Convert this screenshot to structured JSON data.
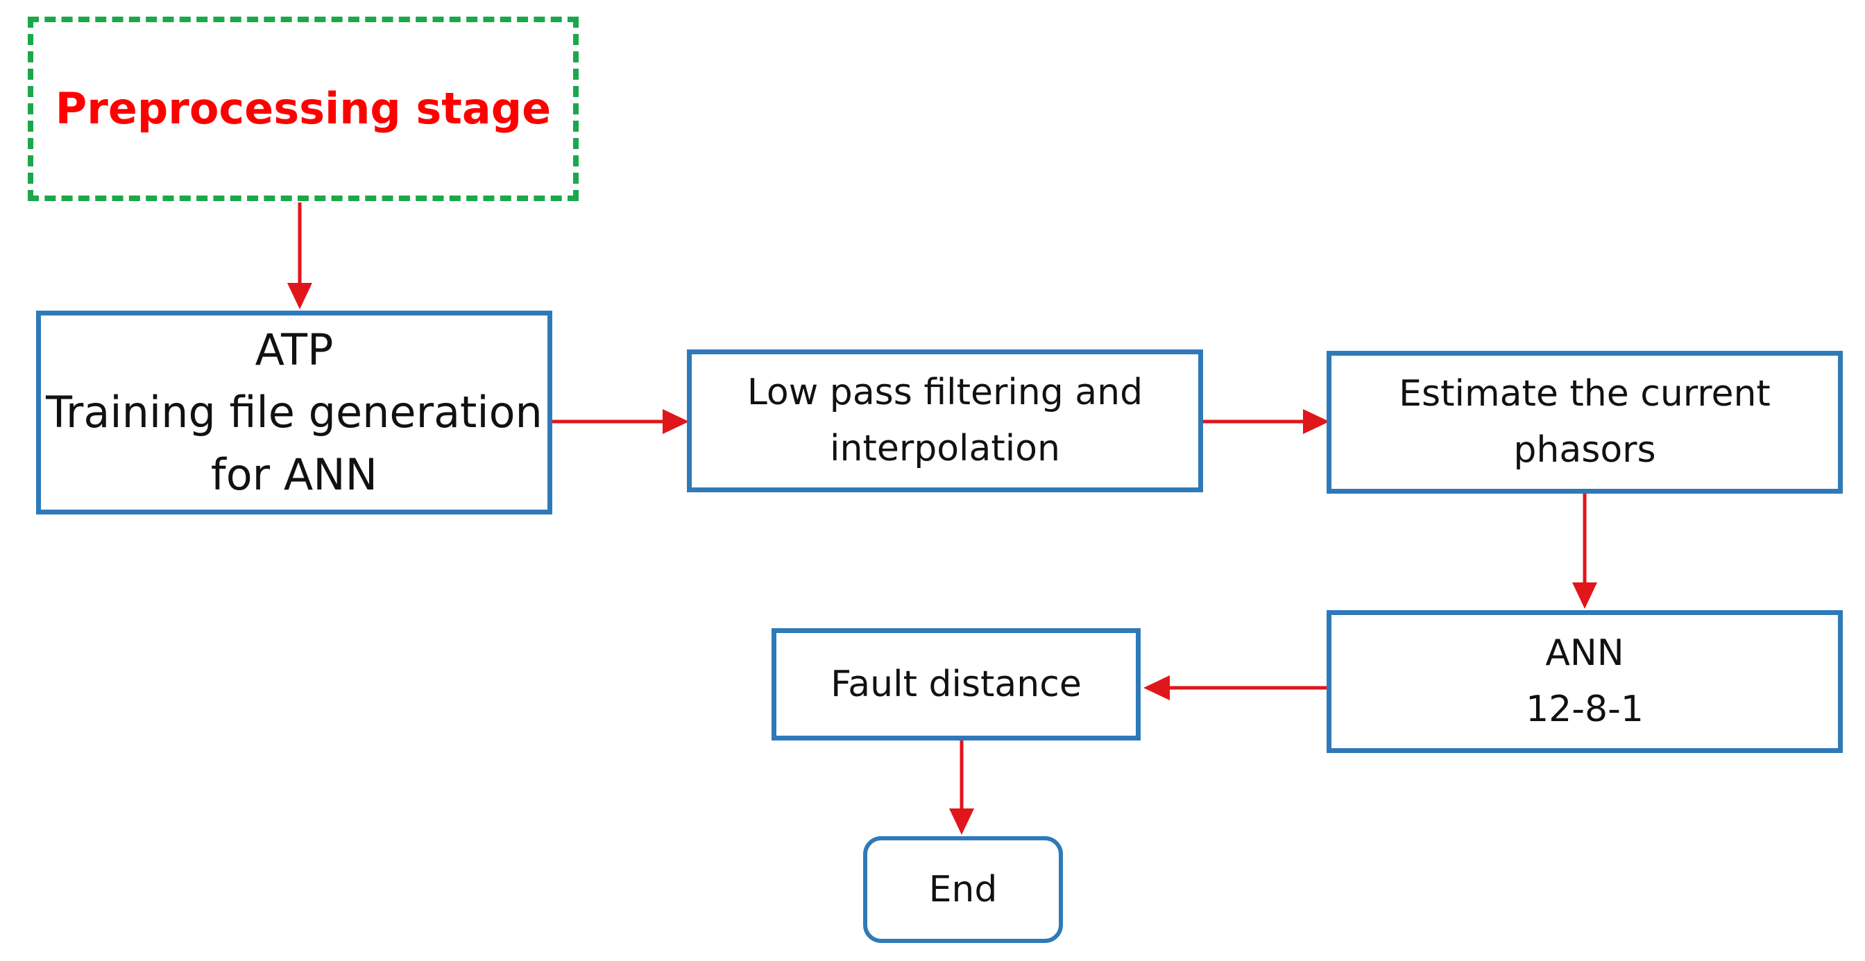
{
  "diagram": {
    "nodes": {
      "preprocessing": {
        "label": "Preprocessing stage"
      },
      "atp": {
        "lines": [
          "ATP",
          "Training file generation",
          "for ANN"
        ]
      },
      "lowpass": {
        "lines": [
          "Low pass filtering and",
          "interpolation"
        ]
      },
      "estimate": {
        "lines": [
          "Estimate the current",
          "phasors"
        ]
      },
      "ann": {
        "lines": [
          "ANN",
          "12-8-1"
        ]
      },
      "fault": {
        "label": "Fault distance"
      },
      "end": {
        "label": "End"
      }
    },
    "edges": [
      {
        "from": "preprocessing",
        "to": "atp"
      },
      {
        "from": "atp",
        "to": "lowpass"
      },
      {
        "from": "lowpass",
        "to": "estimate"
      },
      {
        "from": "estimate",
        "to": "ann"
      },
      {
        "from": "ann",
        "to": "fault"
      },
      {
        "from": "fault",
        "to": "end"
      }
    ],
    "colors": {
      "box_border": "#2e7ab9",
      "dashed_border": "#1aa84a",
      "arrow": "#e0161b",
      "title_text": "#ff0000"
    }
  }
}
